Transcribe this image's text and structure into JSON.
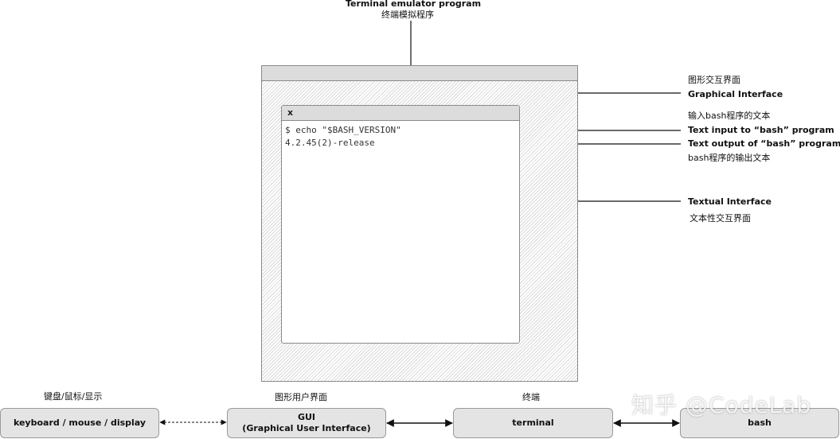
{
  "top_label": {
    "en": "Terminal emulator program",
    "zh": "终端模拟程序"
  },
  "terminal": {
    "close_label": "x",
    "lines": [
      "$ echo \"$BASH_VERSION\"",
      "4.2.45(2)-release"
    ]
  },
  "annotations": {
    "gui_zh": "图形交互界面",
    "gui_en": "Graphical Interface",
    "input_zh": "输入bash程序的文本",
    "input_en": "Text input to “bash” program",
    "output_en": "Text output of “bash” program",
    "output_zh": "bash程序的输出文本",
    "tui_en": "Textual Interface",
    "tui_zh": "文本性交互界面"
  },
  "nodes": {
    "keyboard": {
      "caption": "键盘/鼠标/显示",
      "label": "keyboard / mouse / display"
    },
    "gui": {
      "caption": "图形用户界面",
      "line1": "GUI",
      "line2": "(Graphical User Interface)"
    },
    "terminal": {
      "caption": "终端",
      "label": "terminal"
    },
    "bash": {
      "label": "bash"
    }
  },
  "watermark": "知乎 @CodeLab"
}
